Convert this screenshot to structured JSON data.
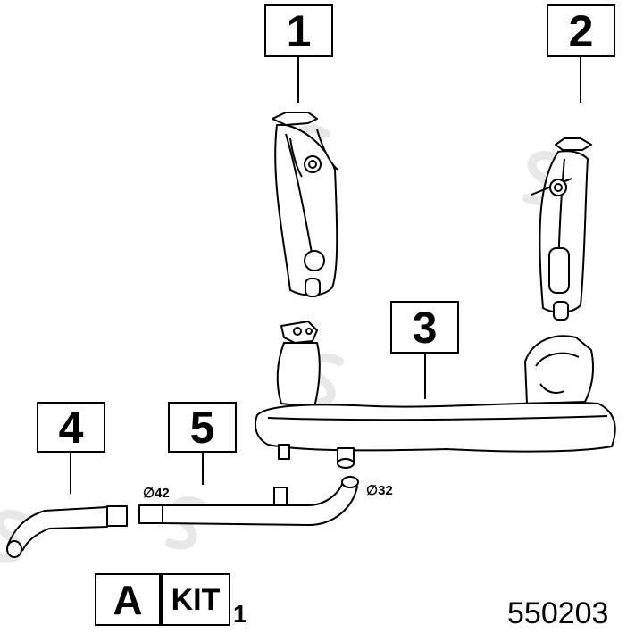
{
  "callouts": {
    "c1": "1",
    "c2": "2",
    "c3": "3",
    "c4": "4",
    "c5": "5"
  },
  "dimensions": {
    "d42": "∅42",
    "d32": "∅32"
  },
  "kit": {
    "variant": "A",
    "label": "KIT",
    "count": "1"
  },
  "part_number": "550203",
  "colors": {
    "line": "#000000",
    "watermark": "#e6e6e6"
  }
}
